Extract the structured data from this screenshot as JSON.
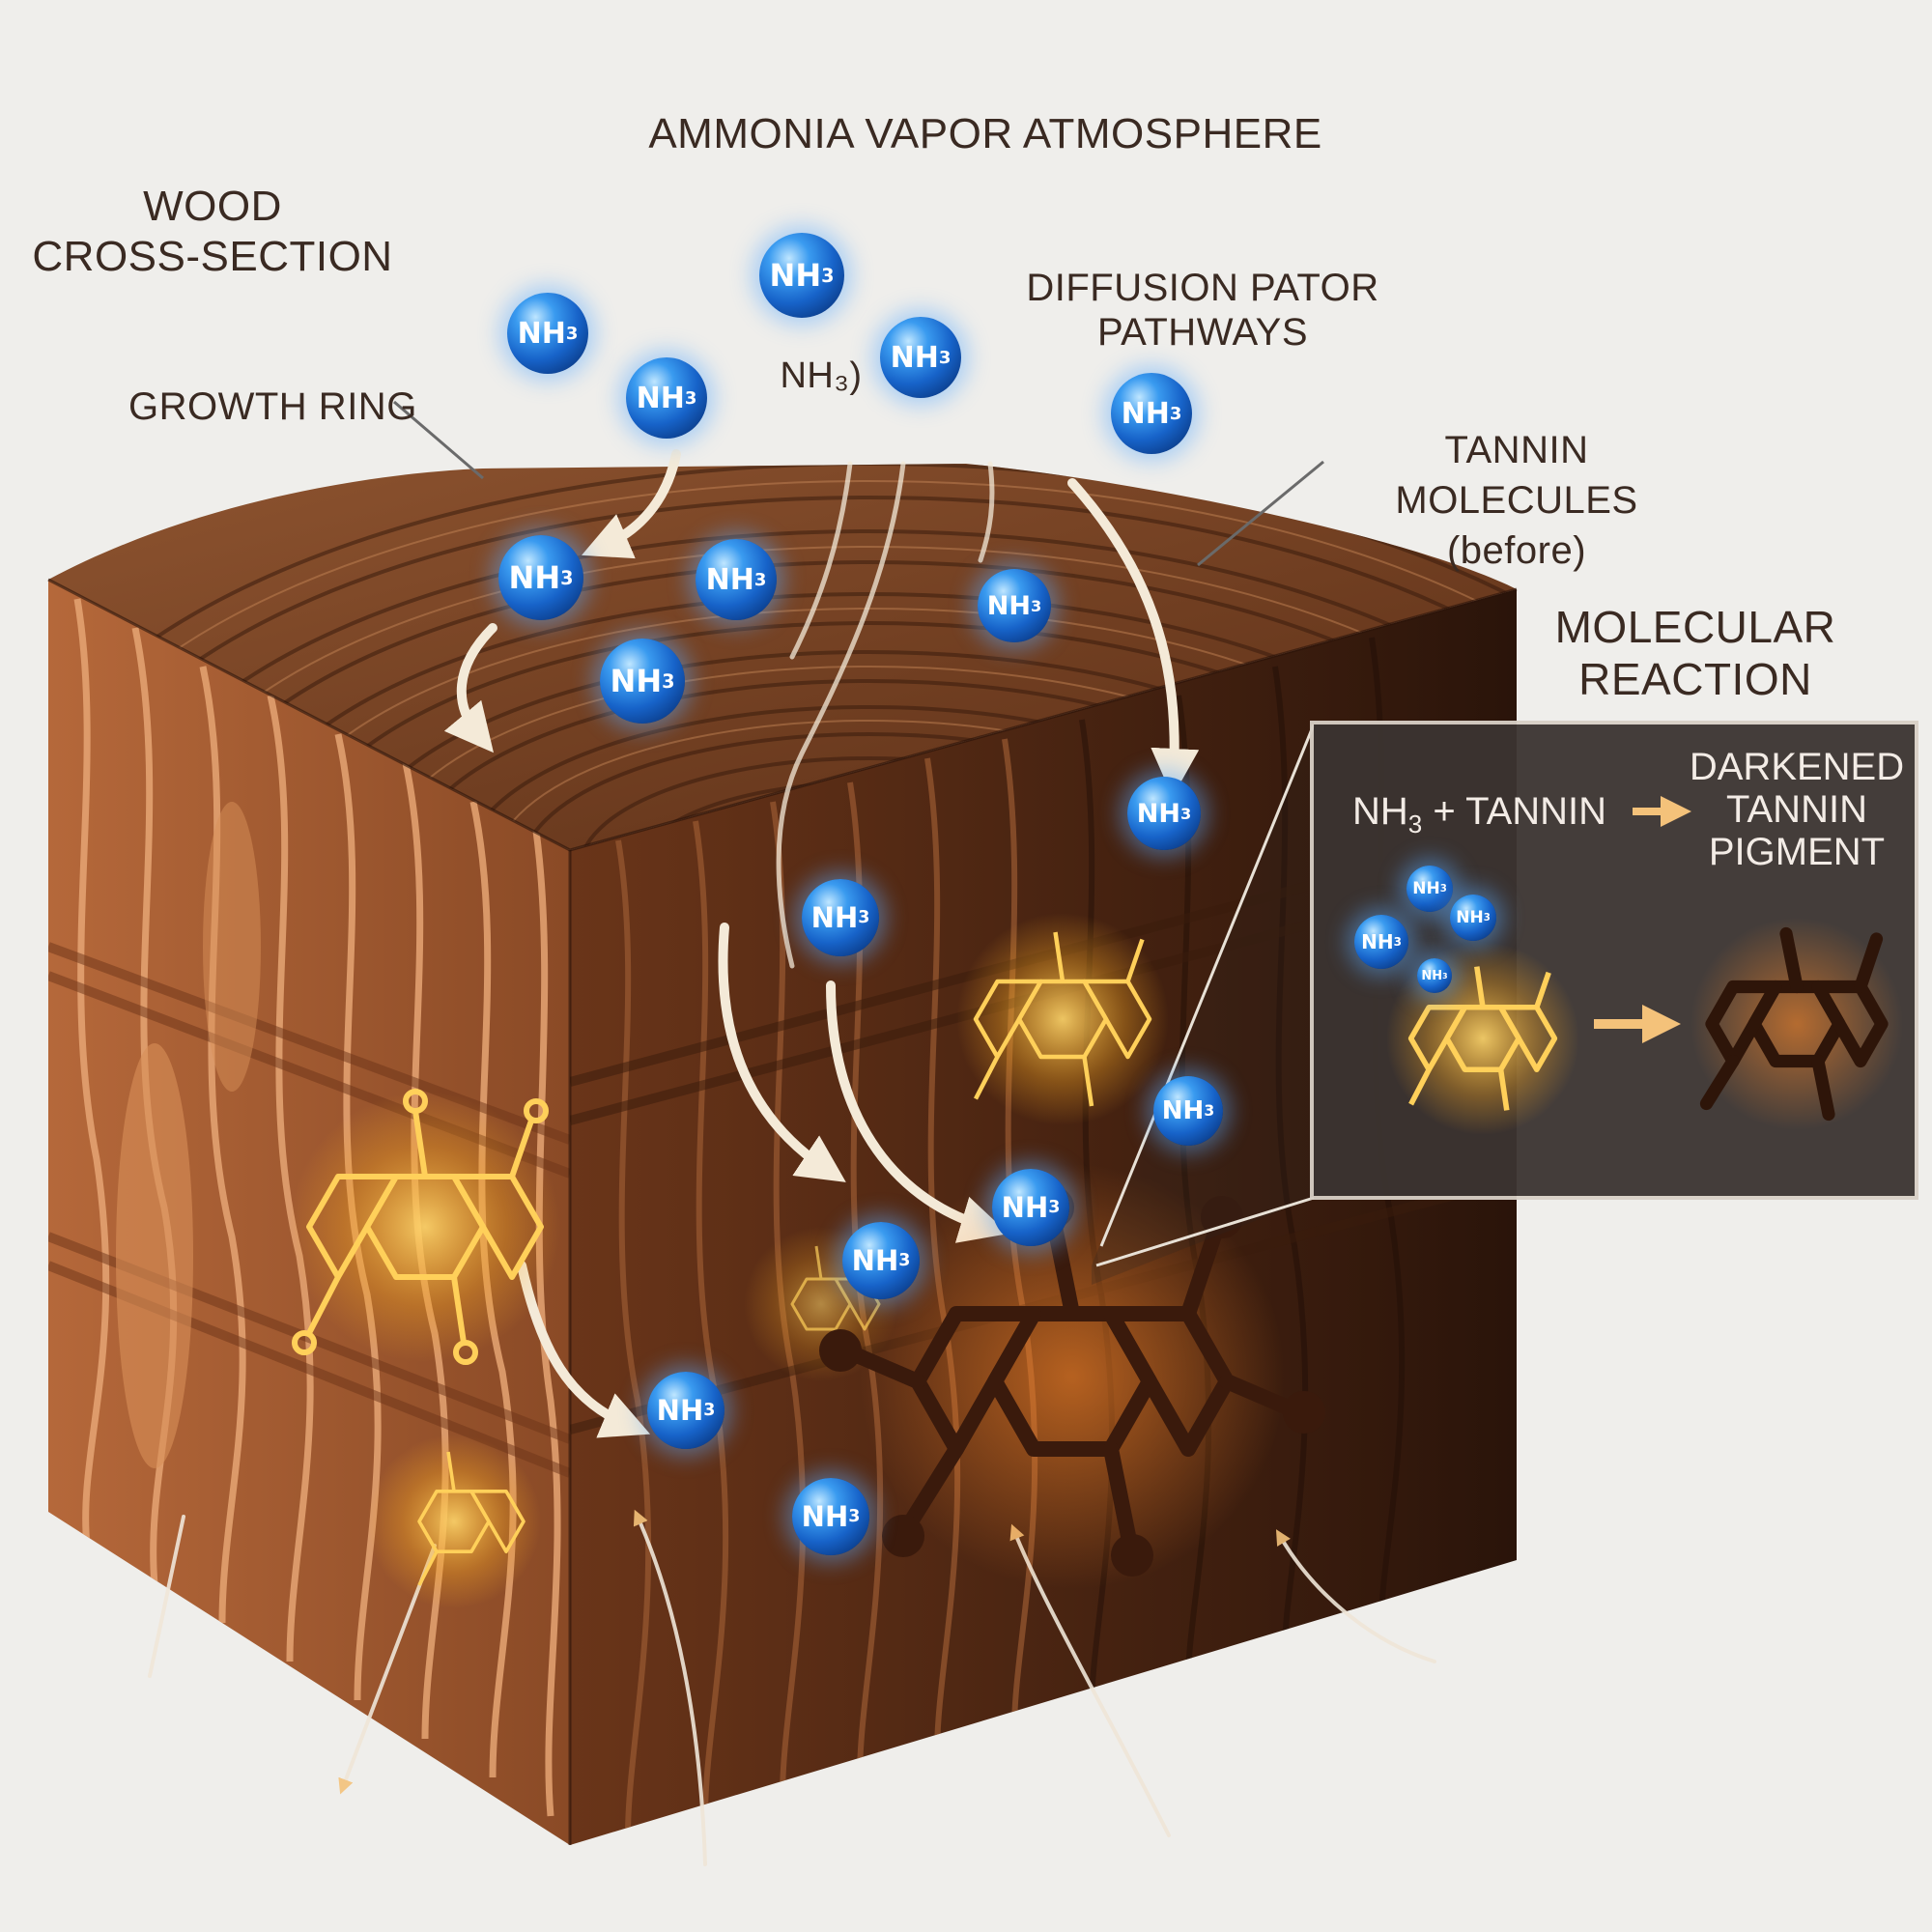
{
  "labels": {
    "title": "AMMONIA VAPOR ATMOSPHERE",
    "wood_line1": "WOOD",
    "wood_line2": "CROSS-SECTION",
    "growth_ring": "GROWTH RING",
    "diffusion_line1": "DIFFUSION PATOR",
    "diffusion_line2": "PATHWAYS",
    "tannin_line1": "TANNIN MOLECULES",
    "tannin_line2": "(before)",
    "reaction_line1": "MOLECULAR",
    "reaction_line2": "REACTION",
    "stray_nh3": "NH₃)"
  },
  "inset": {
    "equation_base": "NH",
    "equation_sub": "3",
    "equation_rest": " + TANNIN",
    "result_line1": "DARKENED",
    "result_line2": "TANNIN",
    "result_line3": "PIGMENT"
  },
  "molecule": {
    "base": "NH",
    "sub": "3"
  },
  "colors": {
    "molecule_blue": "#1763c9",
    "tannin_glow": "#f5c542",
    "dark_pigment": "#3a1a0c",
    "wood_light": "#c47a45",
    "wood_dark": "#4a2412",
    "background": "#efeeeb"
  }
}
